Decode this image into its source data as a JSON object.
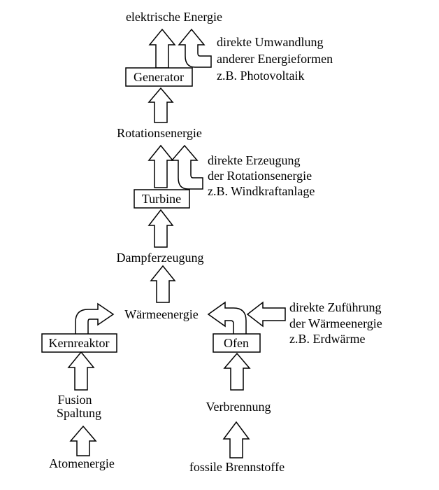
{
  "nodes": {
    "electric": "elektrische Energie",
    "generator": "Generator",
    "rotation": "Rotationsenergie",
    "turbine": "Turbine",
    "steam": "Dampferzeugung",
    "heat": "Wärmeenergie",
    "reactor": "Kernreaktor",
    "furnace": "Ofen",
    "fusion": "Fusion",
    "fission": "Spaltung",
    "combustion": "Verbrennung",
    "atomic": "Atomenergie",
    "fossil": "fossile Brennstoffe"
  },
  "notes": {
    "direct_conversion": [
      "direkte Umwandlung",
      "anderer Energieformen",
      "z.B. Photovoltaik"
    ],
    "direct_rotation": [
      "direkte Erzeugung",
      "der Rotationsenergie",
      "z.B. Windkraftanlage"
    ],
    "direct_heat": [
      "direkte Zuführung",
      "der Wärmeenergie",
      "z.B. Erdwärme"
    ]
  }
}
